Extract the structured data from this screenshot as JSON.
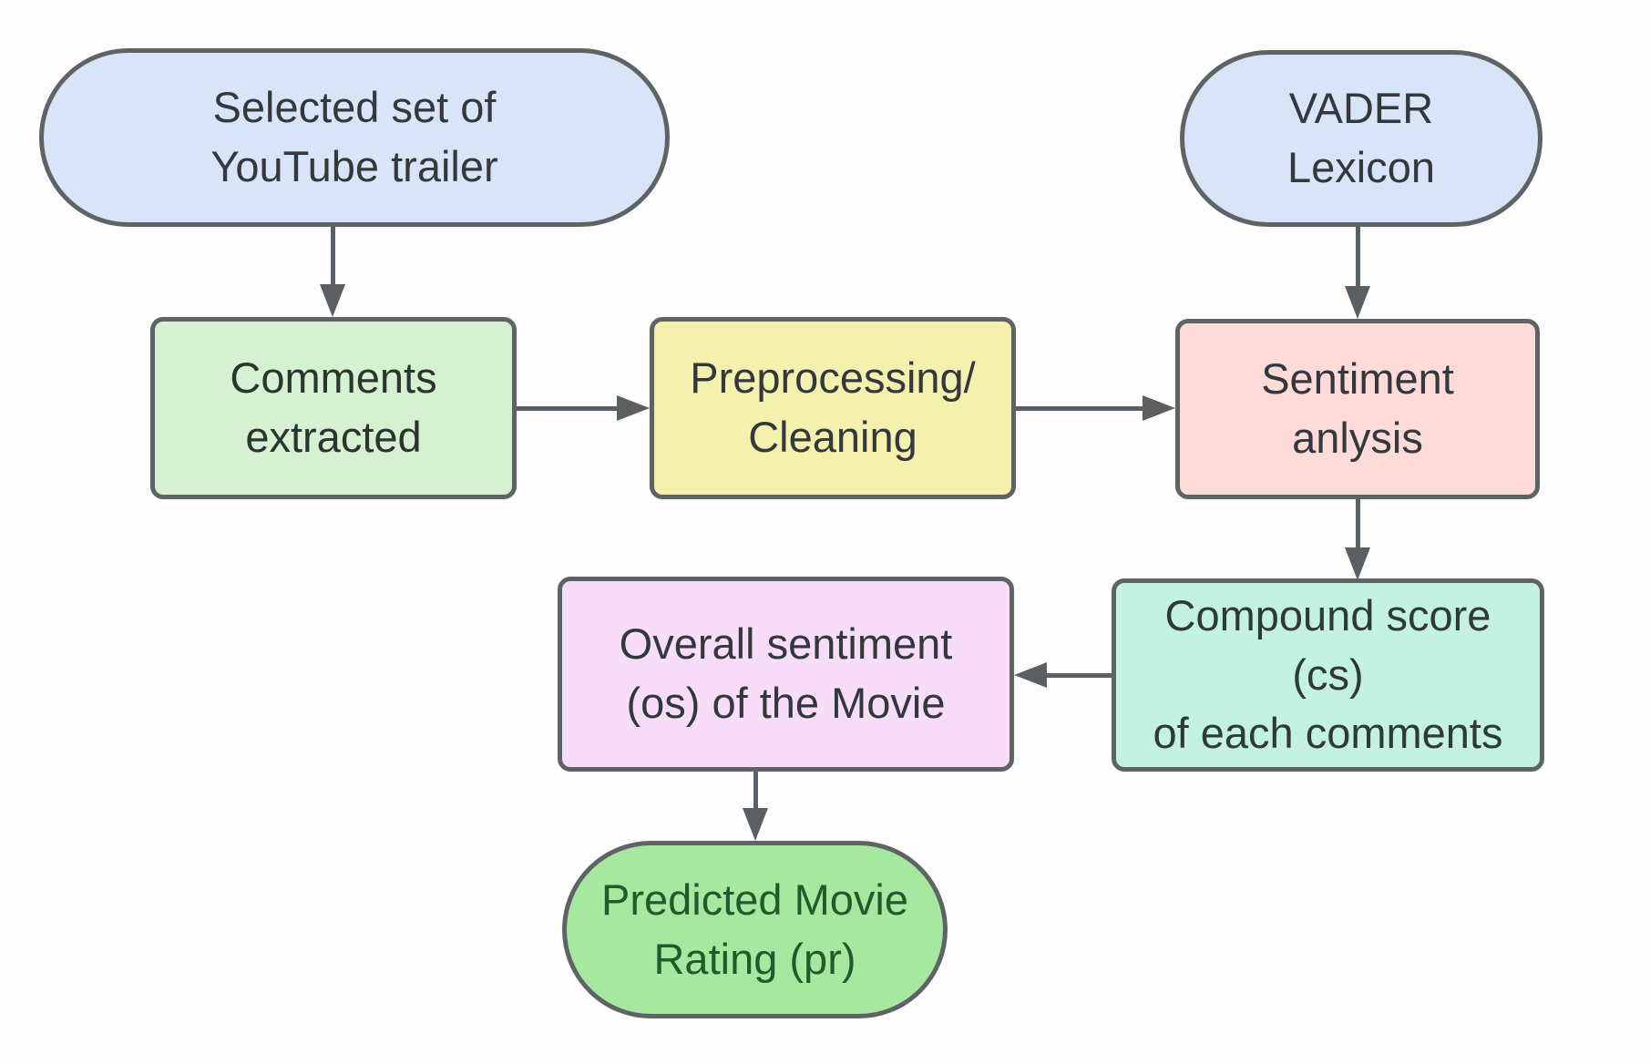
{
  "diagram": {
    "type": "flowchart",
    "colors": {
      "border": "#5e6366",
      "arrow": "#5a5f63",
      "background": "#fdfdfd",
      "default_text": "#33383d"
    },
    "nodes": {
      "selected_set": {
        "shape": "terminator",
        "label": "Selected set of\nYouTube trailer",
        "fill": "#d8e4f7",
        "text_color": "#33383d"
      },
      "vader": {
        "shape": "terminator",
        "label": "VADER\nLexicon",
        "fill": "#d8e4f7",
        "text_color": "#33383d"
      },
      "comments": {
        "shape": "process",
        "label": "Comments\nextracted",
        "fill": "#d5f1d1",
        "text_color": "#2b352e"
      },
      "preprocessing": {
        "shape": "process",
        "label": "Preprocessing/\nCleaning",
        "fill": "#f4f1ae",
        "text_color": "#33383d"
      },
      "sentiment": {
        "shape": "process",
        "label": "Sentiment\nanlysis",
        "fill": "#fcdbd9",
        "text_color": "#33383d"
      },
      "compound": {
        "shape": "process",
        "label": "Compound score (cs)\nof each comments",
        "fill": "#c3f1e2",
        "text_color": "#2f3a38"
      },
      "overall": {
        "shape": "process",
        "label": "Overall sentiment\n(os) of the Movie",
        "fill": "#f7ddf8",
        "text_color": "#33383d"
      },
      "predicted": {
        "shape": "terminator",
        "label": "Predicted Movie\nRating (pr)",
        "fill": "#a7e8a1",
        "text_color": "#1f5c2d"
      }
    },
    "edges": [
      {
        "from": "selected_set",
        "to": "comments",
        "direction": "down"
      },
      {
        "from": "comments",
        "to": "preprocessing",
        "direction": "right"
      },
      {
        "from": "preprocessing",
        "to": "sentiment",
        "direction": "right"
      },
      {
        "from": "vader",
        "to": "sentiment",
        "direction": "down"
      },
      {
        "from": "sentiment",
        "to": "compound",
        "direction": "down"
      },
      {
        "from": "compound",
        "to": "overall",
        "direction": "left"
      },
      {
        "from": "overall",
        "to": "predicted",
        "direction": "down"
      }
    ]
  }
}
